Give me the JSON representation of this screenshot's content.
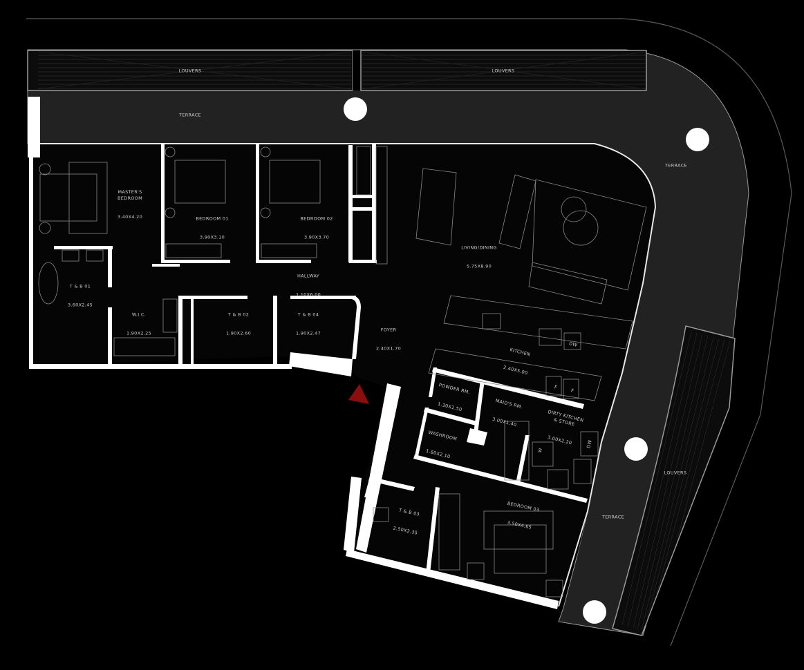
{
  "plan": {
    "type": "apartment-floor-plan",
    "colors": {
      "background": "#000000",
      "terrace": "#222222",
      "interior": "#050505",
      "walls": "#ffffff",
      "furniture_lines": "#8a8a8a",
      "column": "#ffffff",
      "entrance_marker": "#8b0d0d",
      "label_text": "#cfcfcf"
    }
  },
  "exterior": {
    "louvers_top_left": "LOUVERS",
    "louvers_top_right": "LOUVERS",
    "louvers_right": "LOUVERS",
    "terrace_top": "TERRACE",
    "terrace_corner": "TERRACE",
    "terrace_right": "TERRACE"
  },
  "rooms": {
    "master_bedroom": {
      "name": "MASTER'S\nBEDROOM",
      "dims": "3.40X4.20"
    },
    "bedroom_01": {
      "name": "BEDROOM 01",
      "dims": "3.90X3.10"
    },
    "bedroom_02": {
      "name": "BEDROOM 02",
      "dims": "3.90X3.70"
    },
    "living_dining": {
      "name": "LIVING/DINING",
      "dims": "5.75X8.90"
    },
    "tb_01": {
      "name": "T & B 01",
      "dims": "3.60X2.45"
    },
    "wic": {
      "name": "W.I.C.",
      "dims": "1.90X2.25"
    },
    "hallway": {
      "name": "HALLWAY",
      "dims": "1.10X6.00"
    },
    "tb_02": {
      "name": "T & B 02",
      "dims": "1.90X2.60"
    },
    "tb_04": {
      "name": "T & B 04",
      "dims": "1.90X2.47"
    },
    "foyer": {
      "name": "FOYER",
      "dims": "2.40X1.70"
    },
    "kitchen": {
      "name": "KITCHEN",
      "dims": "2.40X5.00"
    },
    "powder_rm": {
      "name": "POWDER RM.",
      "dims": "1.30X1.50"
    },
    "maids_rm": {
      "name": "MAID'S RM.",
      "dims": "3.00X1.40"
    },
    "dirty_kitchen": {
      "name": "DIRTY KITCHEN\n& STORE",
      "dims": "3.00X2.20"
    },
    "washroom": {
      "name": "WASHROOM",
      "dims": "1.60X2.10"
    },
    "tb_03": {
      "name": "T & B 03",
      "dims": "2.50X2.35"
    },
    "bedroom_03": {
      "name": "BEDROOM 03",
      "dims": "3.50X4.65"
    }
  },
  "appliances": {
    "dw_kitchen": "DW",
    "dw_dirty": "DW",
    "fridge_1": "F",
    "fridge_2": "F",
    "washer": "W"
  }
}
